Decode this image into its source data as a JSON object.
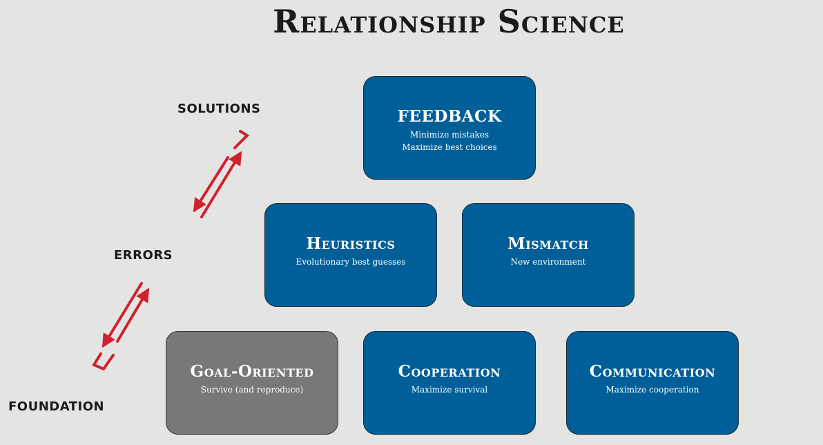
{
  "title": "Relationship Science",
  "side_labels": {
    "solutions": "SOLUTIONS",
    "errors": "ERRORS",
    "foundation": "FOUNDATION"
  },
  "boxes": {
    "feedback": {
      "title": "FEEDBACK",
      "lines": [
        "Minimize mistakes",
        "Maximize best choices"
      ]
    },
    "heuristics": {
      "title": "Heuristics",
      "lines": [
        "Evolutionary best guesses"
      ]
    },
    "mismatch": {
      "title": "Mismatch",
      "lines": [
        "New environment"
      ]
    },
    "goal_oriented": {
      "title": "Goal-Oriented",
      "lines": [
        "Survive (and reproduce)"
      ]
    },
    "cooperation": {
      "title": "Cooperation",
      "lines": [
        "Maximize survival"
      ]
    },
    "communication": {
      "title": "Communication",
      "lines": [
        "Maximize cooperation"
      ]
    }
  },
  "colors": {
    "background": "#e4e4e2",
    "box_blue": "#005f98",
    "box_gray": "#787878",
    "arrow_red": "#d0202e"
  }
}
